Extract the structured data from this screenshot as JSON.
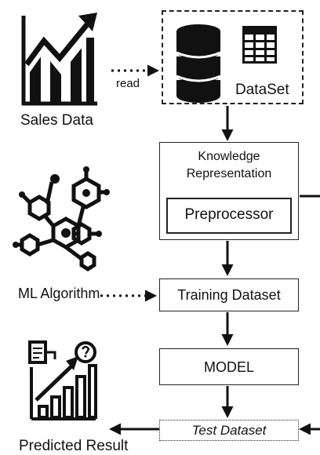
{
  "sales": {
    "label": "Sales Data"
  },
  "read": {
    "label": "read"
  },
  "dataset": {
    "label": "DataSet"
  },
  "knowledge": {
    "line1": "Knowledge",
    "line2": "Representation"
  },
  "preprocessor": {
    "label": "Preprocessor"
  },
  "ml": {
    "label": "ML Algorithm"
  },
  "training": {
    "label": "Training Dataset"
  },
  "model": {
    "label": "MODEL"
  },
  "test": {
    "label": "Test Dataset"
  },
  "predicted": {
    "label": "Predicted Result"
  }
}
